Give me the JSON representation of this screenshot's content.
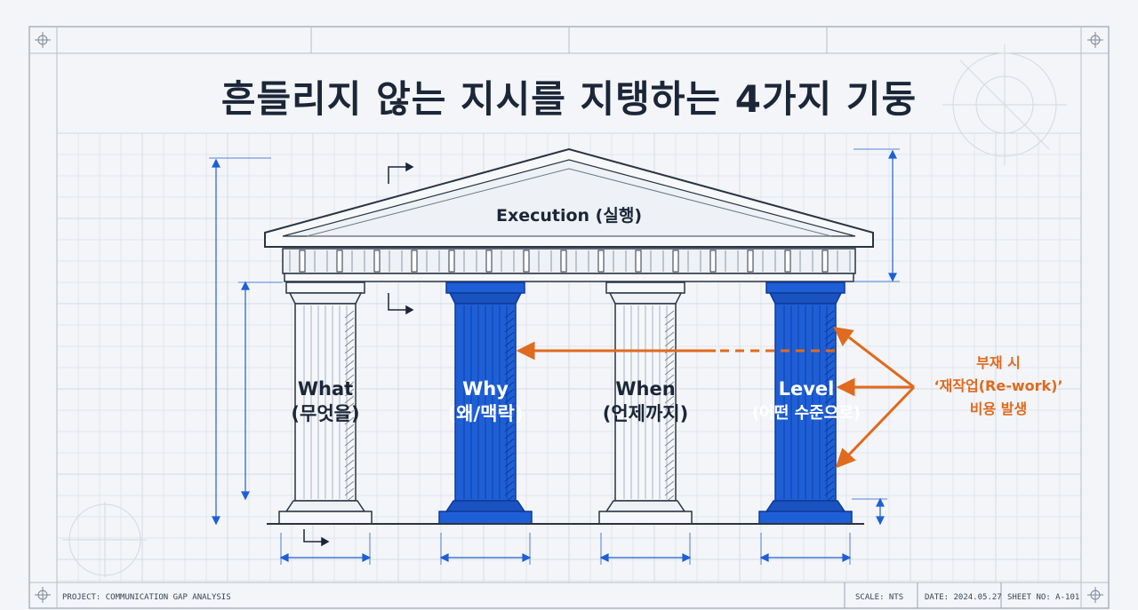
{
  "title": "흔들리지 않는 지시를 지탱하는 4가지 기둥",
  "roof": {
    "label": "Execution (실행)"
  },
  "pillars": [
    {
      "name": "What",
      "sub": "(무엇을)",
      "highlighted": false
    },
    {
      "name": "Why",
      "sub": "(왜/맥락)",
      "highlighted": true
    },
    {
      "name": "When",
      "sub": "(언제까지)",
      "highlighted": false
    },
    {
      "name": "Level",
      "sub": "(어떤 수준으로)",
      "highlighted": true
    }
  ],
  "annotation": {
    "line1": "부재 시",
    "line2": "‘재작업(Re-work)’",
    "line3": "비용 발생"
  },
  "title_block": {
    "project": "PROJECT: COMMUNICATION GAP ANALYSIS",
    "scale": "SCALE: NTS",
    "date": "DATE: 2024.05.27",
    "sheet": "SHEET NO: A-101"
  },
  "colors": {
    "highlight": "#1f5fd6",
    "accent": "#e06a1e",
    "ink": "#1b2638",
    "grid": "#d9dee6"
  }
}
